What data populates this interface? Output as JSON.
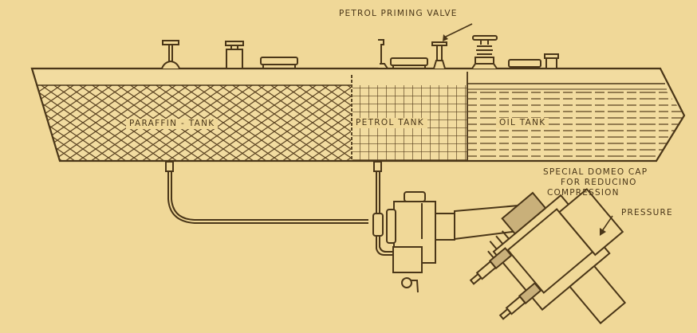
{
  "diagram": {
    "type": "engine fuel system cross-section",
    "colors": {
      "background": "#F0D898",
      "ink": "#4a3618"
    },
    "tanks": [
      {
        "id": "paraffin",
        "label": "PARAFFIN - TANK",
        "fill_pattern": "diamond-crosshatch"
      },
      {
        "id": "petrol",
        "label": "PETROL TANK",
        "fill_pattern": "square-grid"
      },
      {
        "id": "oil",
        "label": "OIL TANK",
        "fill_pattern": "horizontal-lines"
      }
    ],
    "callouts": {
      "priming_valve": "PETROL PRIMING VALVE",
      "domed_cap_line1": "SPECIAL DOMEO CAP",
      "domed_cap_line2": "FOR REDUCINO",
      "domed_cap_line3": "COMPRESSION",
      "domed_cap_line4": "PRESSURE"
    },
    "components": [
      "filler-cap-1",
      "filler-cap-2",
      "filler-cap-3",
      "tap-1",
      "filler-cap-4",
      "priming-valve",
      "filler-cap-5",
      "filler-cap-6",
      "filler-cap-7",
      "fuel-pipe",
      "carburettor",
      "drain-cock",
      "engine-cylinder",
      "spark-plug-1",
      "spark-plug-2",
      "domed-cap"
    ]
  }
}
